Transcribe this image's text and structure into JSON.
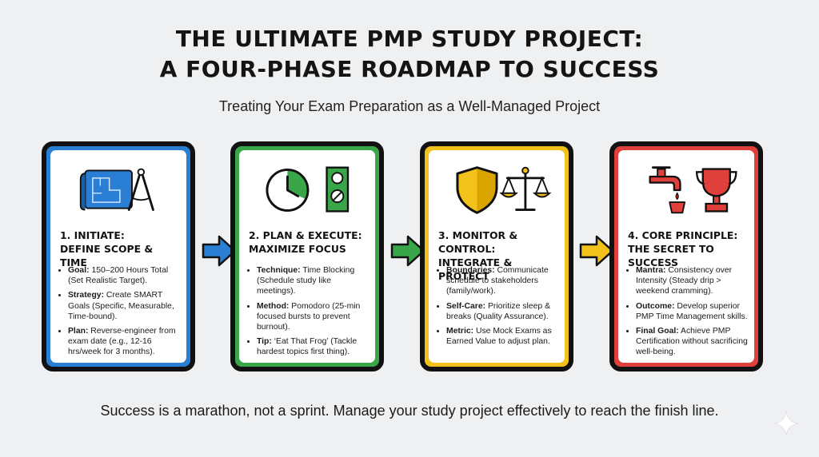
{
  "title": {
    "line1": "THE ULTIMATE PMP STUDY PROJECT:",
    "line2": "A FOUR-PHASE ROADMAP TO SUCCESS"
  },
  "subtitle": "Treating Your Exam Preparation as a Well-Managed Project",
  "colors": {
    "blue": "#2a7fd4",
    "green": "#3aa64a",
    "yellow": "#f2c21a",
    "red": "#e0403c"
  },
  "phases": [
    {
      "title_line1": "1. INITIATE:",
      "title_line2": "DEFINE SCOPE & TIME",
      "icons": [
        "blueprint-icon",
        "compass-icon"
      ],
      "items": [
        {
          "label": "Goal:",
          "text": " 150–200 Hours Total (Set Realistic Target)."
        },
        {
          "label": "Strategy:",
          "text": " Create SMART Goals (Specific, Measurable, Time-bound)."
        },
        {
          "label": "Plan:",
          "text": " Reverse-engineer from exam date (e.g., 12-16 hrs/week for 3 months)."
        }
      ]
    },
    {
      "title_line1": "2. PLAN & EXECUTE:",
      "title_line2": "MAXIMIZE FOCUS",
      "icons": [
        "clock-icon",
        "do-not-disturb-icon"
      ],
      "items": [
        {
          "label": "Technique:",
          "text": " Time Blocking (Schedule study like meetings)."
        },
        {
          "label": "Method:",
          "text": " Pomodoro (25-min focused bursts to prevent burnout)."
        },
        {
          "label": "Tip:",
          "text": " ‘Eat That Frog’ (Tackle hardest topics first thing)."
        }
      ]
    },
    {
      "title_line1": "3. MONITOR & CONTROL:",
      "title_line2": "INTEGRATE & PROTECT",
      "icons": [
        "shield-icon",
        "scales-icon"
      ],
      "items": [
        {
          "label": "Boundaries:",
          "text": " Communicate schedule to stakeholders (family/work)."
        },
        {
          "label": "Self-Care:",
          "text": " Prioritize sleep & breaks (Quality Assurance)."
        },
        {
          "label": "Metric:",
          "text": " Use Mock Exams as Earned Value to adjust plan."
        }
      ]
    },
    {
      "title_line1": "4. CORE PRINCIPLE:",
      "title_line2": "THE SECRET TO SUCCESS",
      "icons": [
        "faucet-icon",
        "trophy-icon"
      ],
      "items": [
        {
          "label": "Mantra:",
          "text": " Consistency over Intensity (Steady drip > weekend cramming)."
        },
        {
          "label": "Outcome:",
          "text": " Develop superior PMP Time Management skills."
        },
        {
          "label": "Final Goal:",
          "text": " Achieve PMP Certification without sacrificing well-being."
        }
      ]
    }
  ],
  "footer": "Success is a marathon, not a sprint. Manage your study project effectively to reach the finish line."
}
